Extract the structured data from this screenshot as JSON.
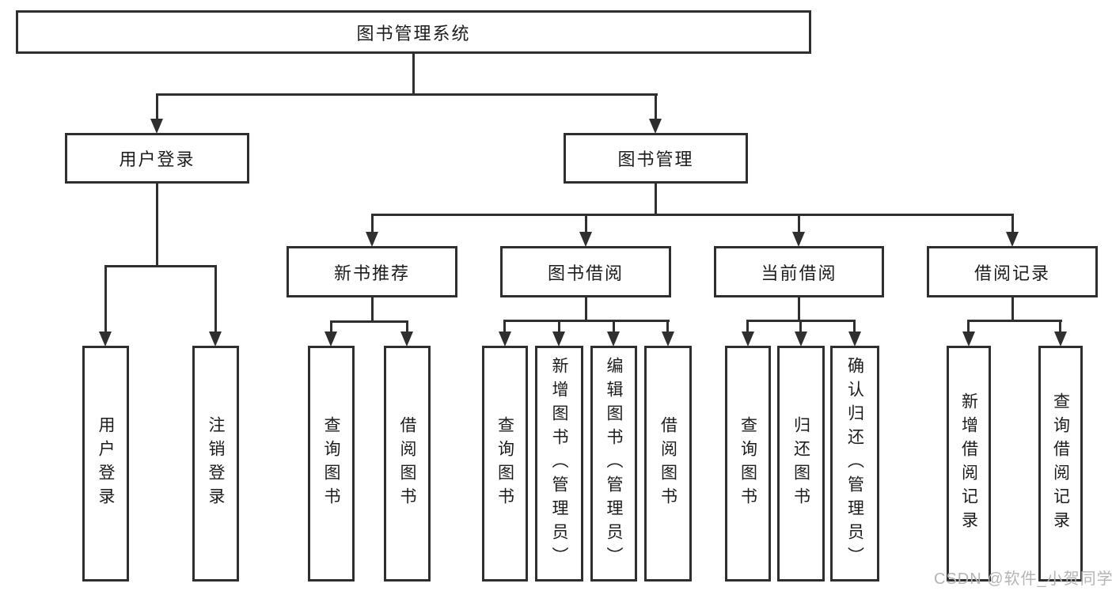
{
  "title": "图书管理系统",
  "colors": {
    "line": "#2f2f2f",
    "text": "#1c1c1c",
    "watermark": "#b4b4b4",
    "background": "#ffffff"
  },
  "watermark": {
    "text": "CSDN @软件_小贺同学"
  },
  "tree": {
    "label": "图书管理系统",
    "children": [
      {
        "label": "用户登录",
        "children": [
          {
            "label": "用户登录"
          },
          {
            "label": "注销登录"
          }
        ]
      },
      {
        "label": "图书管理",
        "children": [
          {
            "label": "新书推荐",
            "children": [
              {
                "label": "查询图书"
              },
              {
                "label": "借阅图书"
              }
            ]
          },
          {
            "label": "图书借阅",
            "children": [
              {
                "label": "查询图书"
              },
              {
                "label": "新增图书（管理员）"
              },
              {
                "label": "编辑图书（管理员）"
              },
              {
                "label": "借阅图书"
              }
            ]
          },
          {
            "label": "当前借阅",
            "children": [
              {
                "label": "查询图书"
              },
              {
                "label": "归还图书"
              },
              {
                "label": "确认归还（管理员）"
              }
            ]
          },
          {
            "label": "借阅记录",
            "children": [
              {
                "label": "新增借阅记录"
              },
              {
                "label": "查询借阅记录"
              }
            ]
          }
        ]
      }
    ]
  }
}
